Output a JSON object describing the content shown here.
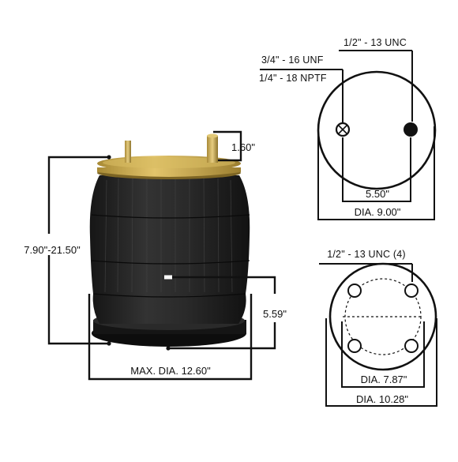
{
  "colors": {
    "background": "#ffffff",
    "line": "#111111",
    "rubber_dark": "#1b1b1b",
    "rubber_mid": "#2b2b2b",
    "brass": "#c8a64a"
  },
  "icons": {
    "product": "air-spring-bellows"
  },
  "product": {
    "height_range": "7.90\"-21.50\"",
    "stud_height": "1.60\"",
    "piston_height": "5.59\"",
    "max_diameter": "MAX. DIA. 12.60\""
  },
  "top_view": {
    "bolt_thread": "1/2\" - 13 UNC",
    "fitting_thread_1": "3/4\" - 16 UNF",
    "fitting_thread_2": "1/4\" - 18 NPTF",
    "spacing": "5.50\"",
    "diameter": "DIA. 9.00\""
  },
  "bottom_view": {
    "bolt_thread": "1/2\" - 13 UNC (4)",
    "bolt_circle": "DIA. 7.87\"",
    "diameter": "DIA. 10.28\""
  }
}
